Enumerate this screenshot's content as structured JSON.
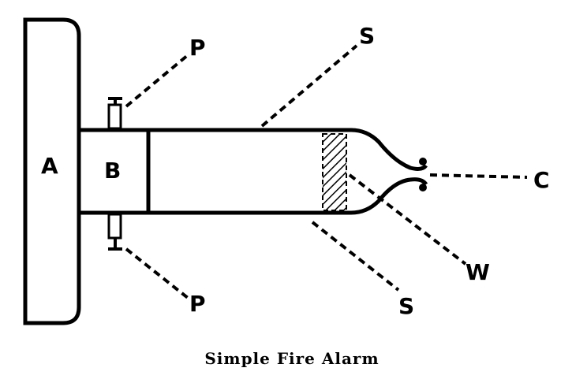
{
  "diagram": {
    "caption": "Simple Fire Alarm",
    "labels": {
      "a": "A",
      "b": "B",
      "p_top": "P",
      "p_bottom": "P",
      "s_top": "S",
      "s_bottom": "S",
      "c": "C",
      "w": "W"
    }
  }
}
